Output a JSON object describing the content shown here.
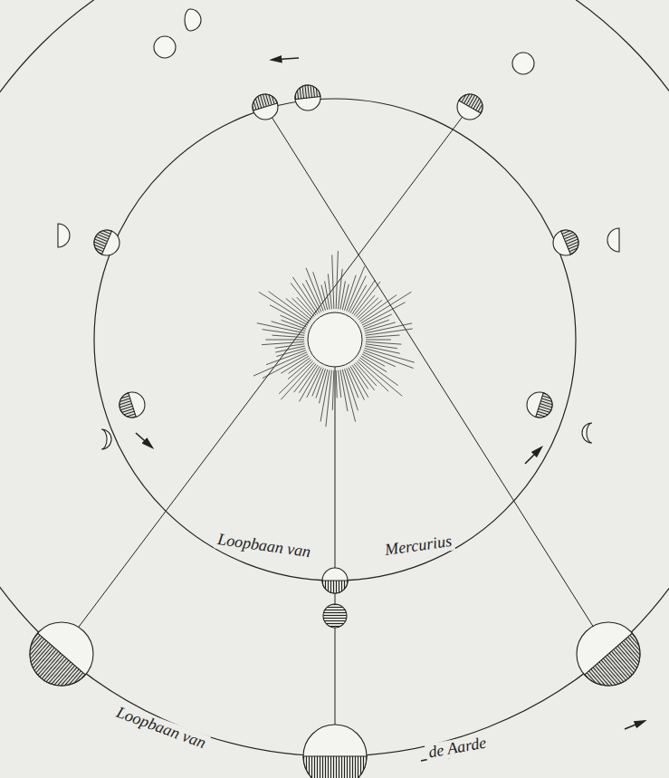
{
  "diagram": {
    "labels": [
      "Loopbaan van",
      "Mercurius",
      "Loopbaan van",
      "de Aarde"
    ]
  }
}
